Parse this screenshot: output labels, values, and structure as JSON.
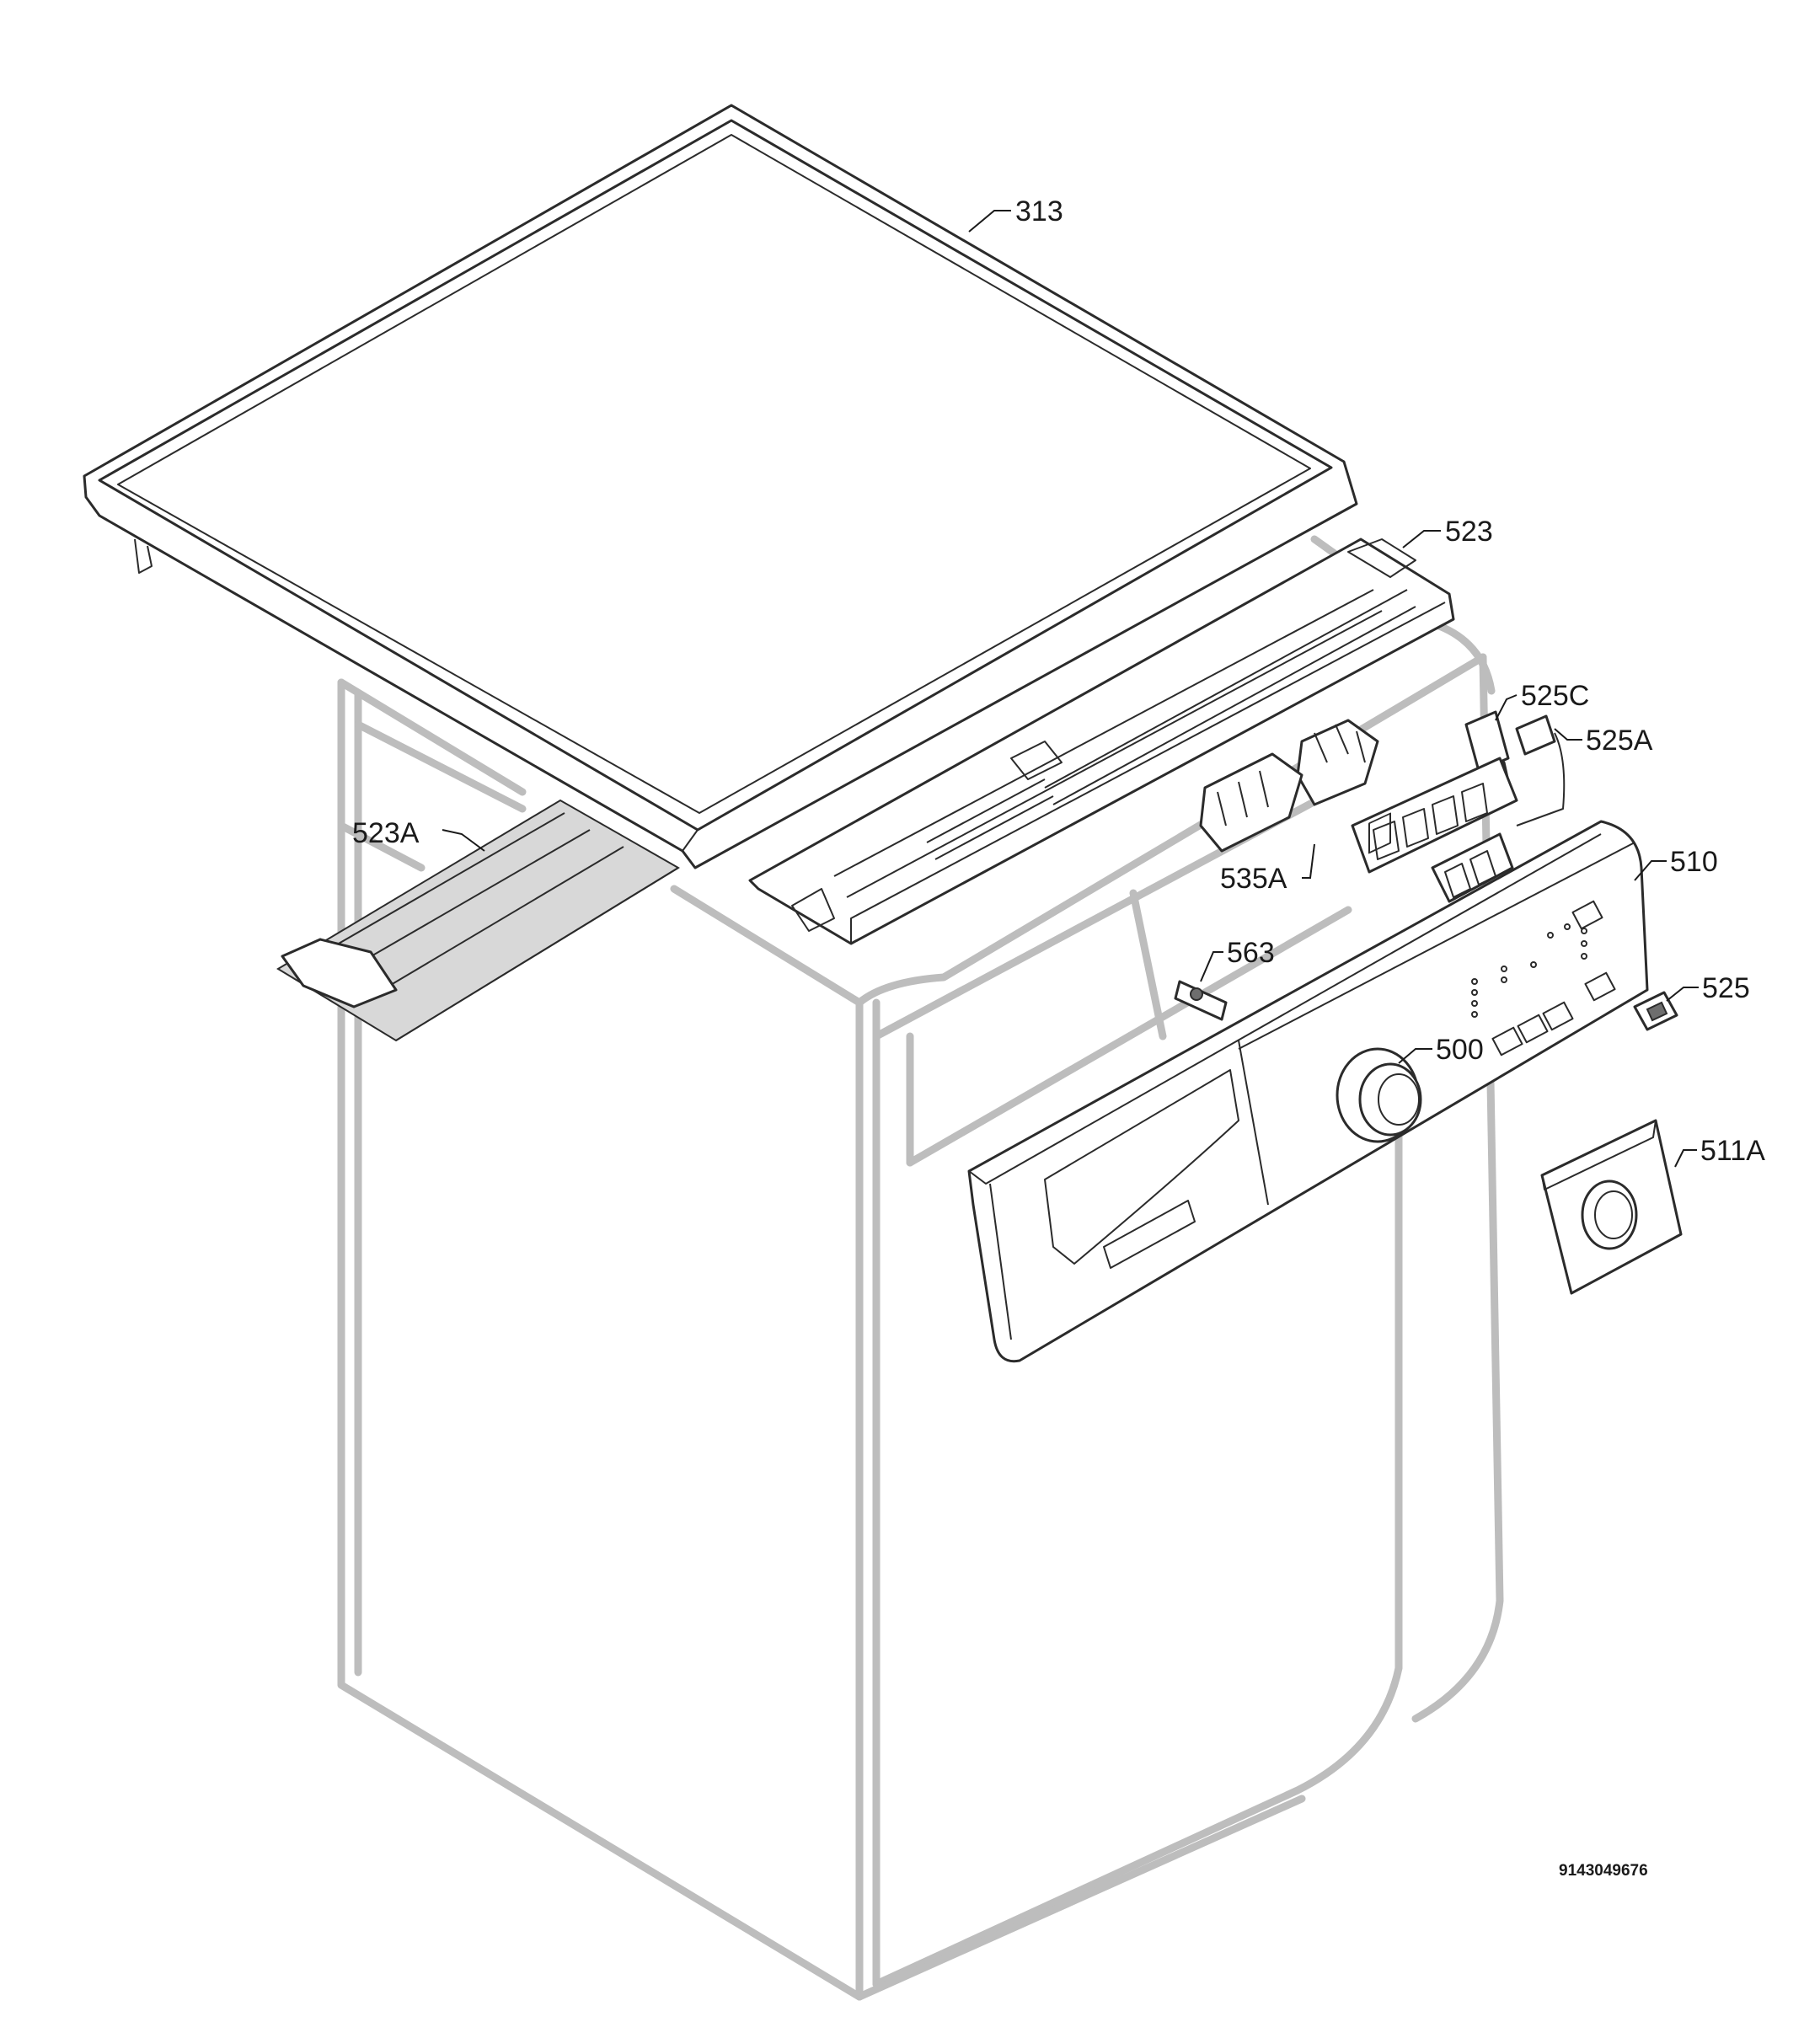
{
  "diagram": {
    "document_number": "9143049676",
    "callouts": [
      {
        "id": "313",
        "label": "313"
      },
      {
        "id": "523",
        "label": "523"
      },
      {
        "id": "523A",
        "label": "523A"
      },
      {
        "id": "525C",
        "label": "525C"
      },
      {
        "id": "525A",
        "label": "525A"
      },
      {
        "id": "535A",
        "label": "535A"
      },
      {
        "id": "510",
        "label": "510"
      },
      {
        "id": "563",
        "label": "563"
      },
      {
        "id": "525",
        "label": "525"
      },
      {
        "id": "500",
        "label": "500"
      },
      {
        "id": "511A",
        "label": "511A"
      }
    ]
  }
}
